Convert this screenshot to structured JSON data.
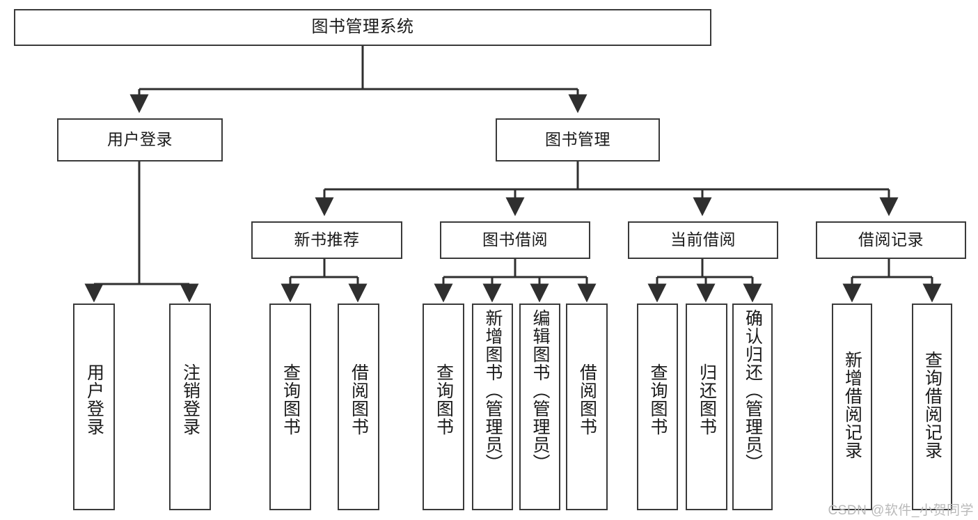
{
  "diagram": {
    "type": "tree-hierarchy",
    "title": "图书管理系统",
    "orientation": "top-down",
    "colors": {
      "node_border": "#3a3a3a",
      "node_fill": "#ffffff",
      "edge": "#2f2f2f",
      "text": "#1a1a1a",
      "watermark": "#b9b9b9",
      "background": "#ffffff"
    },
    "root": {
      "label": "图书管理系统"
    },
    "level2": [
      {
        "id": "user-login",
        "label": "用户登录"
      },
      {
        "id": "book-manage",
        "label": "图书管理"
      }
    ],
    "level3": [
      {
        "id": "new-book-recommend",
        "label": "新书推荐"
      },
      {
        "id": "book-borrow",
        "label": "图书借阅"
      },
      {
        "id": "current-borrow",
        "label": "当前借阅"
      },
      {
        "id": "borrow-record",
        "label": "借阅记录"
      }
    ],
    "leaves": {
      "user_login": [
        {
          "id": "leaf-user-login",
          "label": "用户登录"
        },
        {
          "id": "leaf-logout",
          "label": "注销登录"
        }
      ],
      "new_book_recommend": [
        {
          "id": "leaf-query-book-1",
          "label": "查询图书"
        },
        {
          "id": "leaf-borrow-book-1",
          "label": "借阅图书"
        }
      ],
      "book_borrow": [
        {
          "id": "leaf-query-book-2",
          "label": "查询图书"
        },
        {
          "id": "leaf-add-book",
          "label": "新增图书（管理员）"
        },
        {
          "id": "leaf-edit-book",
          "label": "编辑图书（管理员）"
        },
        {
          "id": "leaf-borrow-book-2",
          "label": "借阅图书"
        }
      ],
      "current_borrow": [
        {
          "id": "leaf-query-book-3",
          "label": "查询图书"
        },
        {
          "id": "leaf-return-book",
          "label": "归还图书"
        },
        {
          "id": "leaf-confirm-return",
          "label": "确认归还（管理员）"
        }
      ],
      "borrow_record": [
        {
          "id": "leaf-add-record",
          "label": "新增借阅记录"
        },
        {
          "id": "leaf-query-record",
          "label": "查询借阅记录"
        }
      ]
    },
    "watermark": "CSDN @软件_小贺同学"
  }
}
